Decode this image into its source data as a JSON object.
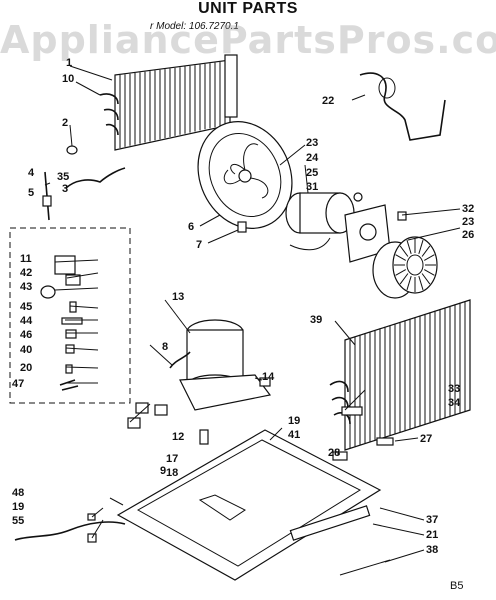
{
  "title": "UNIT PARTS",
  "model_text": "r Model: 106.7270.1",
  "watermark": "AppliancePartsPros.com",
  "diagram_code": "B5",
  "part_labels": [
    "1",
    "10",
    "2",
    "35",
    "3",
    "4",
    "5",
    "22",
    "23",
    "24",
    "25",
    "31",
    "6",
    "7",
    "32",
    "23",
    "26",
    "11",
    "42",
    "43",
    "45",
    "44",
    "46",
    "40",
    "20",
    "47",
    "13",
    "8",
    "12",
    "9",
    "17",
    "18",
    "14",
    "19",
    "41",
    "39",
    "33",
    "34",
    "28",
    "27",
    "48",
    "19",
    "55",
    "37",
    "21",
    "38"
  ]
}
